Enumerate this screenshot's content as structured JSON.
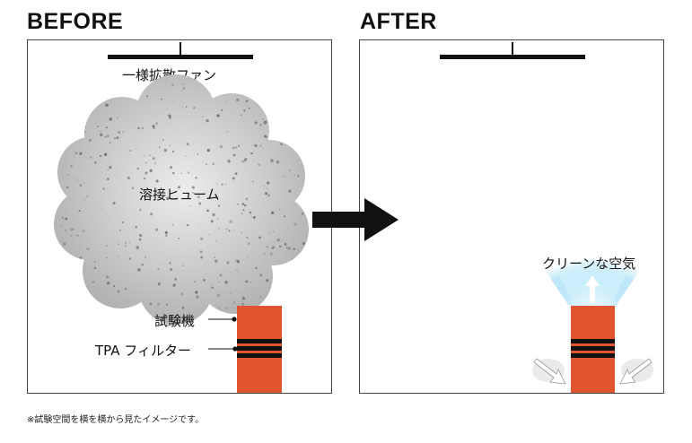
{
  "before": {
    "heading": "BEFORE",
    "fan_label": "一様拡散ファン",
    "fume_label": "溶接ヒューム",
    "device_label": "試験機",
    "filter_label": "TPA フィルター"
  },
  "after": {
    "heading": "AFTER",
    "clean_air_label": "クリーンな空気"
  },
  "footnote": "※試験空間を横を横から見たイメージです。",
  "colors": {
    "device": "#e05430",
    "filter_stripes": "#111111",
    "fume": "#b8b8b8",
    "clean_air": "#9fdcf5",
    "arrow": "#111111"
  }
}
